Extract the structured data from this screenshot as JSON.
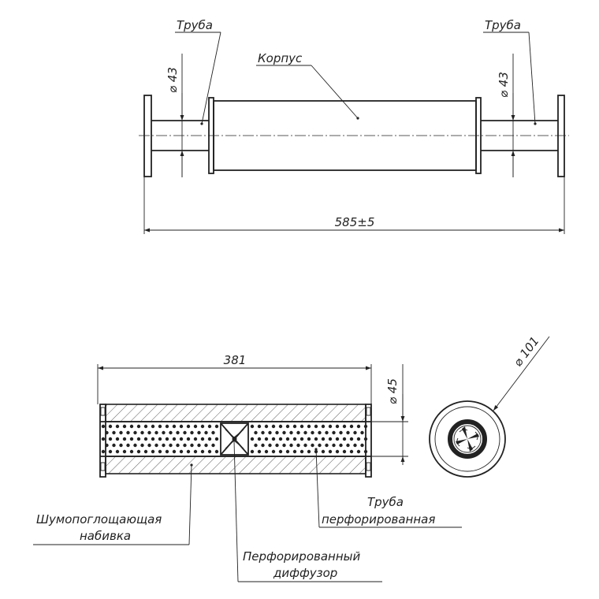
{
  "top_view": {
    "label_pipe_left": "Труба",
    "label_pipe_right": "Труба",
    "label_body": "Корпус",
    "dim_pipe_left": "⌀ 43",
    "dim_pipe_right": "⌀ 43",
    "dim_overall": "585±5"
  },
  "section_view": {
    "dim_length": "381",
    "dim_pipe_diameter": "⌀ 45",
    "dim_body_diameter": "⌀ 101",
    "label_packing_line1": "Шумопоглощающая",
    "label_packing_line2": "набивка",
    "label_perf_pipe_line1": "Труба",
    "label_perf_pipe_line2": "перфорированная",
    "label_diffuser_line1": "Перфорированный",
    "label_diffuser_line2": "диффузор"
  }
}
